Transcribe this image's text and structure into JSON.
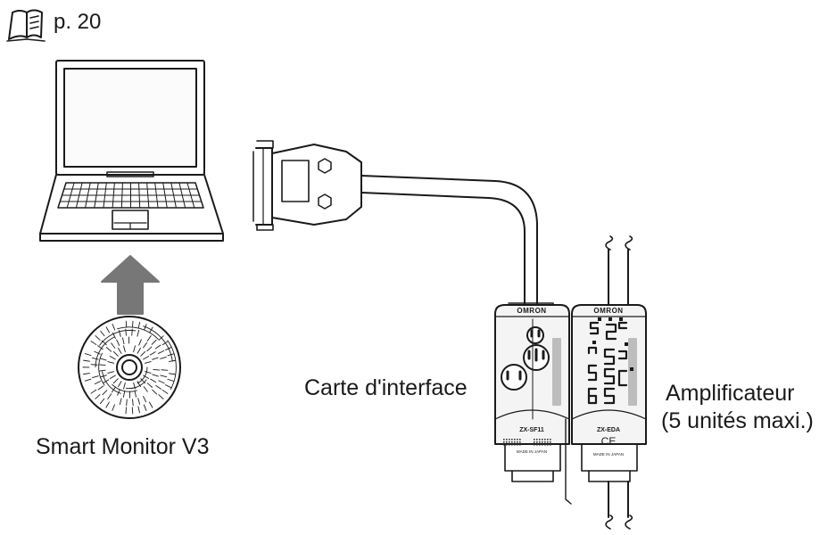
{
  "reference": {
    "text": "p. 20",
    "icon": "manual-book-icon"
  },
  "labels": {
    "software": "Smart Monitor V3",
    "interface_unit": "Carte d'interface",
    "amplifier_line1": "Amplificateur",
    "amplifier_line2": "(5 unités maxi.)"
  },
  "device_marks": {
    "brand": "OMRON",
    "interface_model": "ZX-SF11",
    "amplifier_model": "ZX-EDA",
    "ce_mark": "CE",
    "made_in": "MADE IN JAPAN"
  },
  "icons": [
    "manual-book-icon",
    "laptop-icon",
    "upload-arrow-icon",
    "cd-rom-icon",
    "rs232c-connector-icon",
    "cable-icon"
  ],
  "colors": {
    "line": "#1a1a1a",
    "arrow": "#777777",
    "device_fill": "#f4f4f4",
    "panel_grey": "#bdbdbd"
  }
}
